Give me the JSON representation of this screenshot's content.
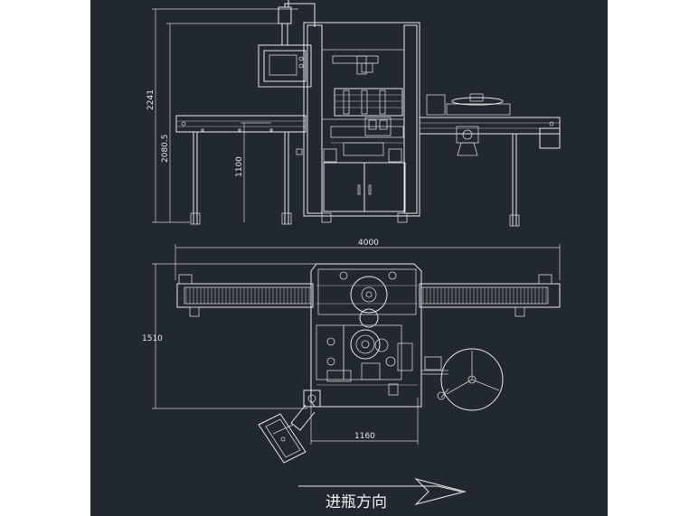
{
  "diagram": {
    "dimensions": {
      "overall_height": "2241",
      "conveyor_top_height": "2080.5",
      "conveyor_height": "1100",
      "overall_length": "4000",
      "overall_depth": "1510",
      "body_width": "1160"
    },
    "flow_direction_label": "进瓶方向"
  }
}
